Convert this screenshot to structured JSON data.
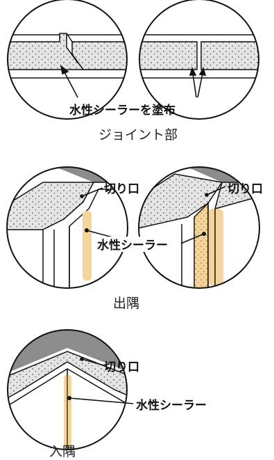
{
  "labels": {
    "joint_sealer": "水性シーラーを塗布",
    "joint_caption": "ジョイント部",
    "outside_cut_left": "切り口",
    "outside_cut_right": "切り口",
    "outside_sealer": "水性シーラー",
    "outside_caption": "出隅",
    "inside_cut": "切り口",
    "inside_sealer": "水性シーラー",
    "inside_caption": "入隅"
  },
  "colors": {
    "line": "#111111",
    "board_fill": "#e4e4e4",
    "dots": "#555555",
    "backing": "#8c8c8c",
    "sealer": "#f3d49a",
    "sealer_dots": "#b7802c"
  }
}
